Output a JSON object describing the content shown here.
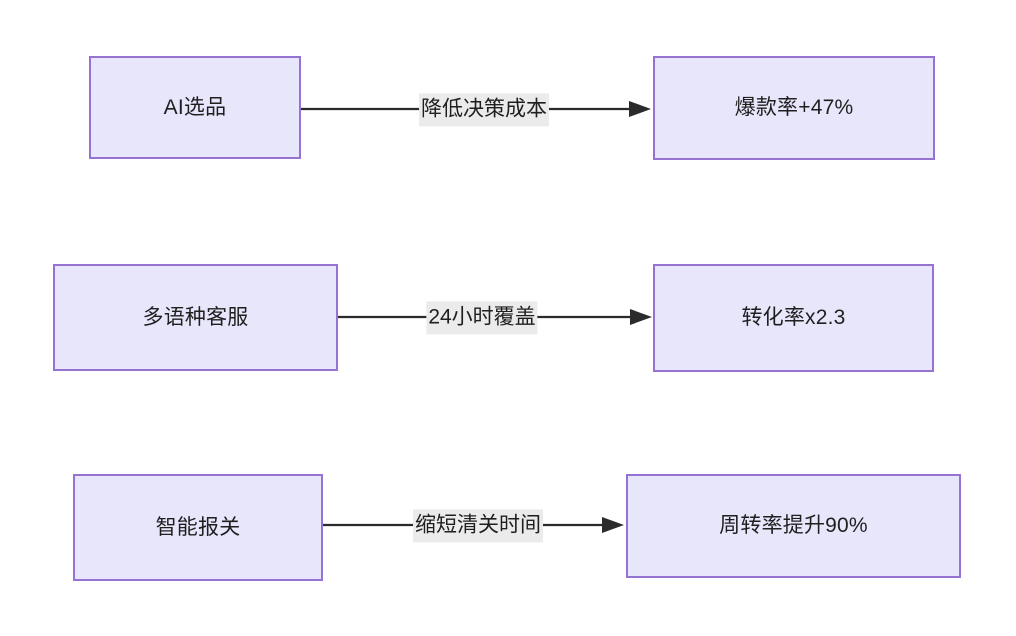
{
  "diagram": {
    "type": "flowchart",
    "direction": "left-to-right",
    "background_color": "#ffffff",
    "node_fill_color": "#e8e6fb",
    "node_border_color": "#9673d3",
    "edge_color": "#2b2b2b",
    "edge_label_background": "#ebebeb",
    "text_color": "#1f1f1f",
    "rows": [
      {
        "source": "AI选品",
        "label": "降低决策成本",
        "target": "爆款率+47%"
      },
      {
        "source": "多语种客服",
        "label": "24小时覆盖",
        "target": "转化率x2.3"
      },
      {
        "source": "智能报关",
        "label": "缩短清关时间",
        "target": "周转率提升90%"
      }
    ]
  }
}
